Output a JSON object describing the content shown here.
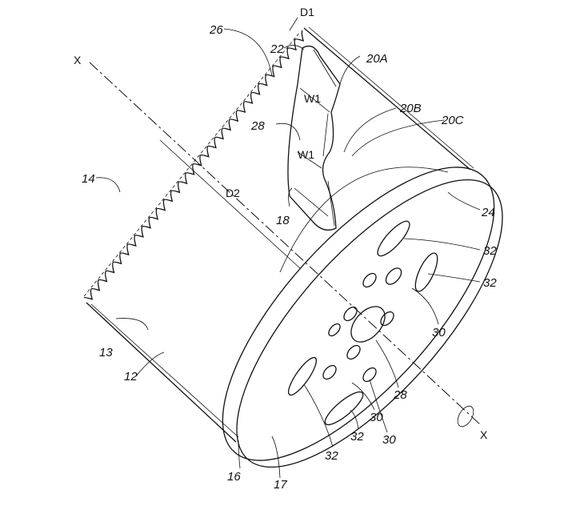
{
  "figure": {
    "labels": {
      "axis_top": "X",
      "axis_bottom": "X",
      "d1": "D1",
      "d2": "D2",
      "w1_upper": "W1",
      "w1_lower": "W1",
      "ref_26": "26",
      "ref_22": "22",
      "ref_20a": "20A",
      "ref_20b": "20B",
      "ref_20c": "20C",
      "ref_28_slot": "28",
      "ref_18": "18",
      "ref_14": "14",
      "ref_24": "24",
      "ref_32_a": "32",
      "ref_32_b": "32",
      "ref_30_a": "30",
      "ref_13": "13",
      "ref_12": "12",
      "ref_28_face": "28",
      "ref_30_b": "30",
      "ref_30_c": "30",
      "ref_32_c": "32",
      "ref_32_d": "32",
      "ref_16": "16",
      "ref_17": "17"
    }
  }
}
